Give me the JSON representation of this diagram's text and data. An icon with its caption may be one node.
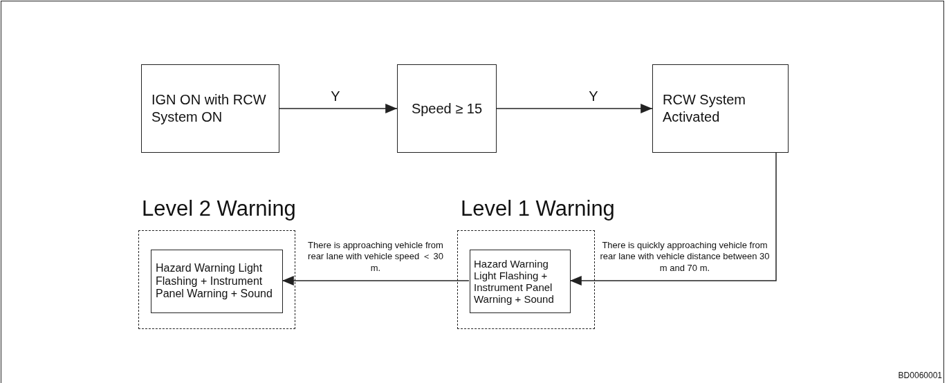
{
  "diagram": {
    "nodes": [
      {
        "text": [
          "IGN ON with RCW System ON"
        ]
      },
      {
        "text": [
          "Speed ≥ 15"
        ]
      },
      {
        "text": [
          "RCW System Activated"
        ]
      },
      {
        "text": [
          "Level 2 Warning"
        ]
      },
      {
        "text": [
          "Hazard Warning Light Flashing + Instrument Panel Warning + Sound"
        ],
        "in": 3
      },
      {
        "text": [
          "Level 1 Warning"
        ]
      },
      {
        "text": [
          "Hazard Warning Light Flashing + Instrument Panel Warning + Sound"
        ],
        "in": 5
      }
    ],
    "edges": [
      {
        "from": 0,
        "to": 1,
        "arrow": "to",
        "label": "Y"
      },
      {
        "from": 1,
        "to": 2,
        "arrow": "to",
        "label": "Y"
      },
      {
        "from": 2,
        "to": 6,
        "arrow": "to",
        "label": "There is quickly approaching vehicle from rear lane with vehicle distance between 30 m and 70 m."
      },
      {
        "from": 6,
        "to": 4,
        "arrow": "to",
        "label": "There is approaching vehicle from rear lane with vehicle speed ＜ 30 m."
      }
    ],
    "labels": [
      "BD0060001"
    ]
  }
}
